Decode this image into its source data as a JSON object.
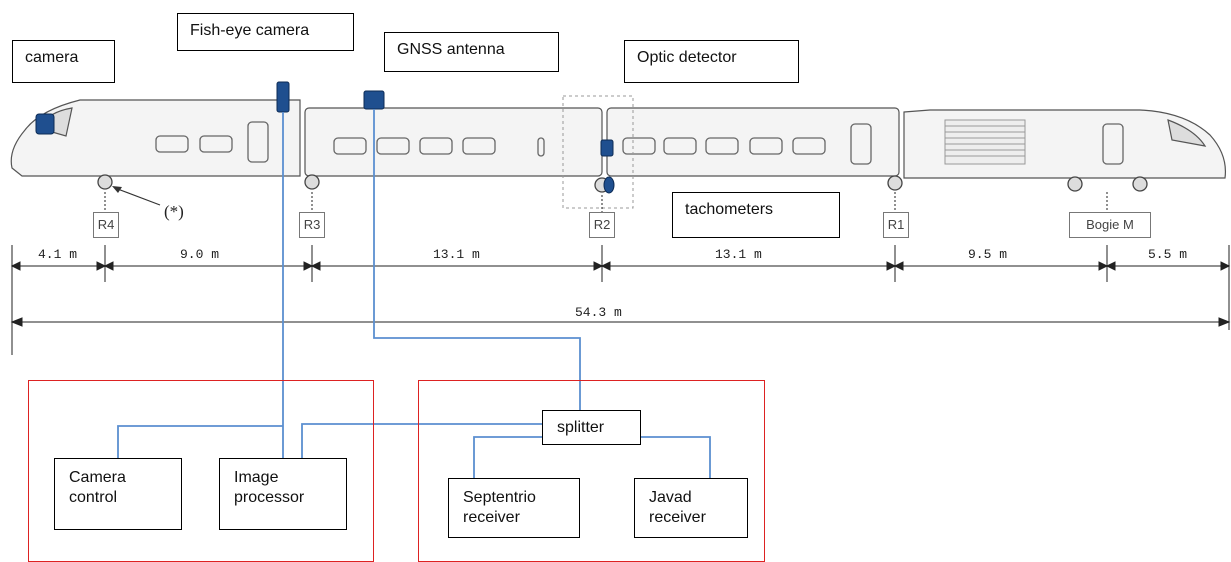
{
  "sensors": {
    "camera": "camera",
    "fisheye": "Fish-eye camera",
    "gnss": "GNSS antenna",
    "optic": "Optic detector",
    "tacho": "tachometers"
  },
  "refs": {
    "r4": "R4",
    "r3": "R3",
    "r2": "R2",
    "r1": "R1",
    "bogie": "Bogie M",
    "asterisk": "(*)"
  },
  "dims": {
    "d1": "4.1  m",
    "d2": "9.0  m",
    "d3": "13.1  m",
    "d4": "13.1  m",
    "d5": "9.5  m",
    "d6": "5.5  m",
    "total": "54.3  m"
  },
  "units": {
    "camera_control": "Camera\ncontrol",
    "image_processor": "Image\nprocessor",
    "splitter": "splitter",
    "septentrio": "Septentrio\nreceiver",
    "javad": "Javad\nreceiver"
  },
  "colors": {
    "wire": "#5b8fd0",
    "group_border": "#dd2222",
    "sensor_fill": "#1f4f8f"
  }
}
